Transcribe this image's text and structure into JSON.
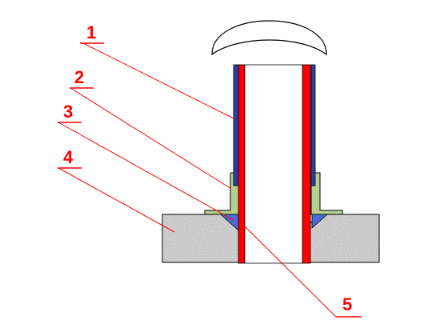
{
  "labels": [
    {
      "id": "1",
      "text": "1"
    },
    {
      "id": "2",
      "text": "2"
    },
    {
      "id": "3",
      "text": "3"
    },
    {
      "id": "4",
      "text": "4"
    },
    {
      "id": "5",
      "text": "5"
    }
  ],
  "colors": {
    "leader": "#ff0000",
    "pipe_wall": "#ff0000",
    "insulation": "#2b3fa8",
    "flange": "#b5cf8f",
    "sealant": "#4b6cd6",
    "concrete": "#b4b4b4",
    "outline": "#000000"
  }
}
